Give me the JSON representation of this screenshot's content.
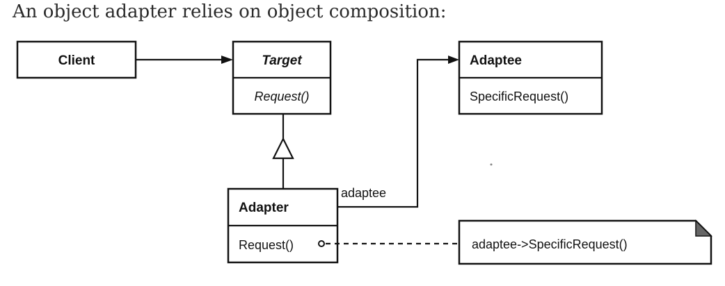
{
  "caption": "An object adapter relies on object composition:",
  "diagram": {
    "client": {
      "name": "Client"
    },
    "target": {
      "name": "Target",
      "operation": "Request()"
    },
    "adaptee": {
      "name": "Adaptee",
      "operation": "SpecificRequest()"
    },
    "adapter": {
      "name": "Adapter",
      "operation": "Request()"
    },
    "association_label": "adaptee",
    "note": {
      "text": "adaptee->SpecificRequest()"
    }
  }
}
